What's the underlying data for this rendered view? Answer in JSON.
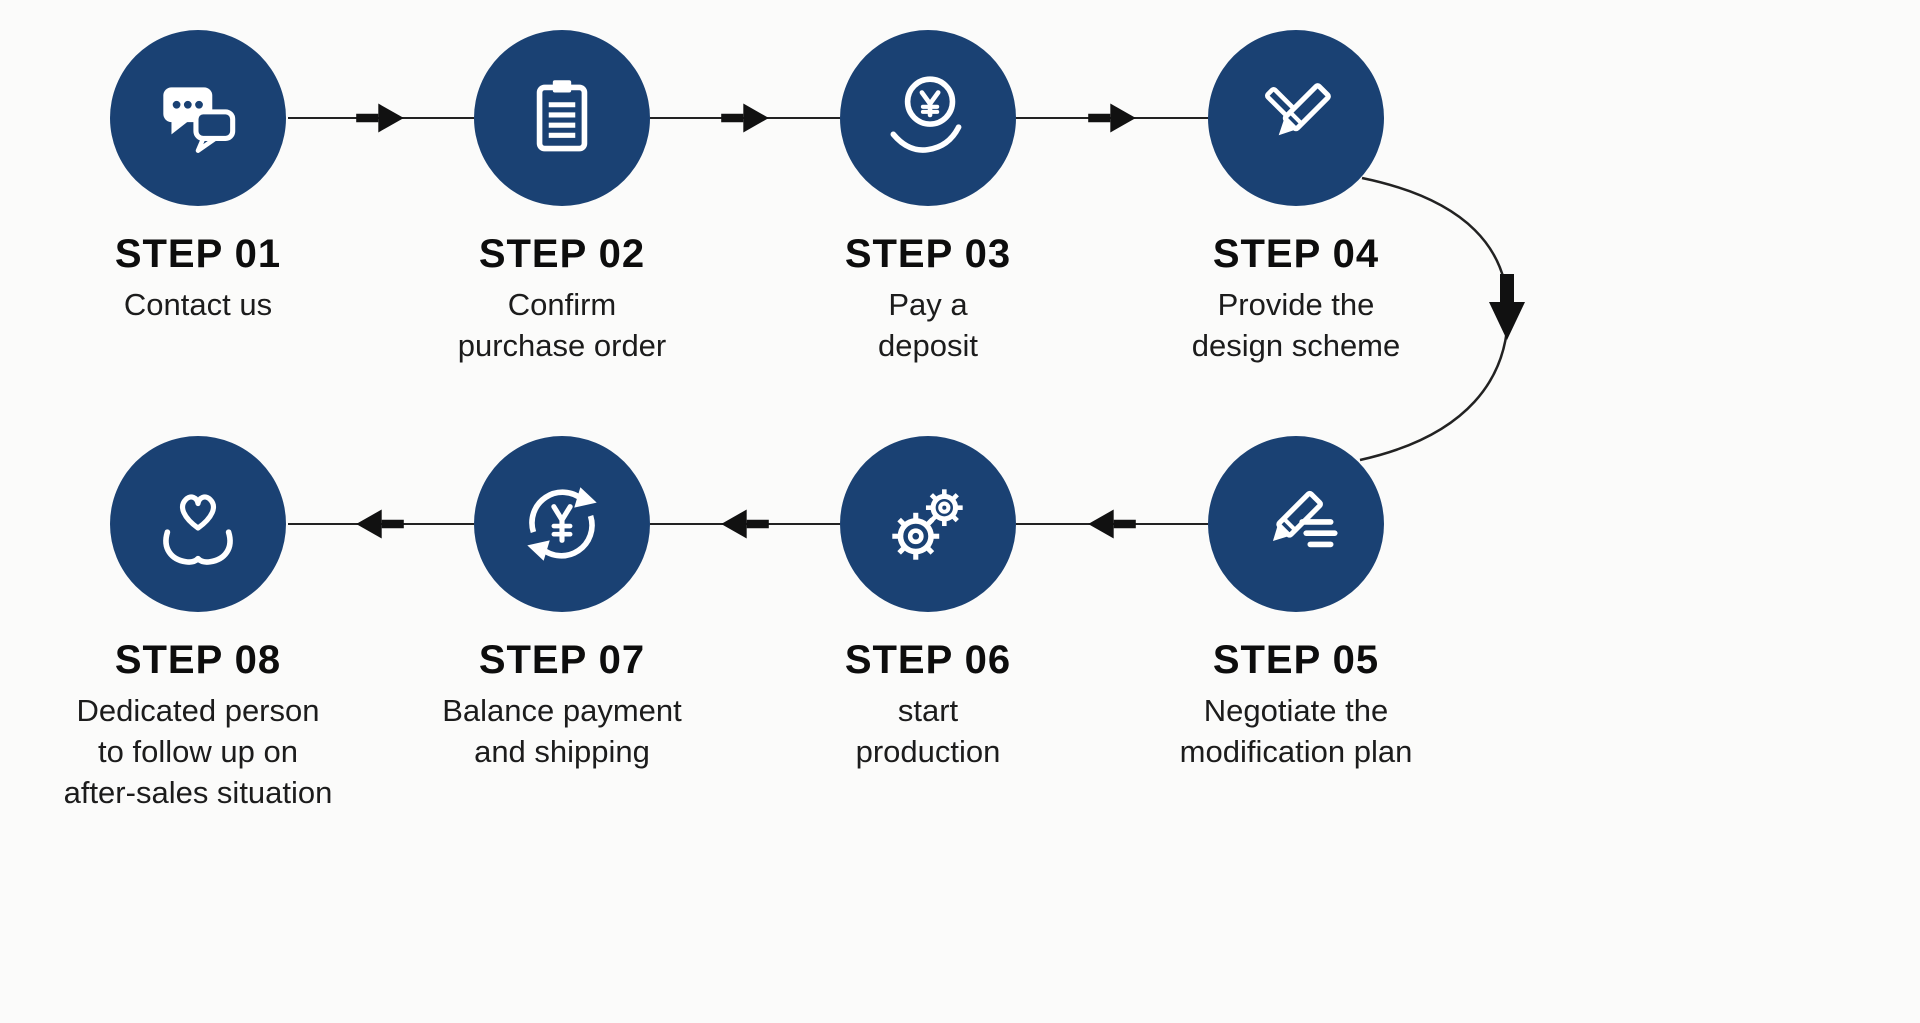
{
  "colors": {
    "circle": "#1a4173",
    "arrow": "#111111",
    "line": "#222222",
    "title-text": "#0d0d0d",
    "desc-text": "#1c1c1c",
    "background": "#fbfbfa"
  },
  "steps": [
    {
      "title": "STEP 01",
      "desc": "Contact us",
      "icon": "chat-bubbles-icon"
    },
    {
      "title": "STEP 02",
      "desc": "Confirm\npurchase order",
      "icon": "purchase-order-icon"
    },
    {
      "title": "STEP 03",
      "desc": "Pay a\ndeposit",
      "icon": "pay-deposit-icon"
    },
    {
      "title": "STEP 04",
      "desc": "Provide the\ndesign scheme",
      "icon": "design-tools-icon"
    },
    {
      "title": "STEP 05",
      "desc": "Negotiate the\nmodification plan",
      "icon": "negotiate-pencil-icon"
    },
    {
      "title": "STEP 06",
      "desc": "start\nproduction",
      "icon": "gears-icon"
    },
    {
      "title": "STEP 07",
      "desc": "Balance payment\nand shipping",
      "icon": "payment-cycle-icon"
    },
    {
      "title": "STEP 08",
      "desc": "Dedicated person\nto follow up on\nafter-sales situation",
      "icon": "after-sales-care-icon"
    }
  ]
}
